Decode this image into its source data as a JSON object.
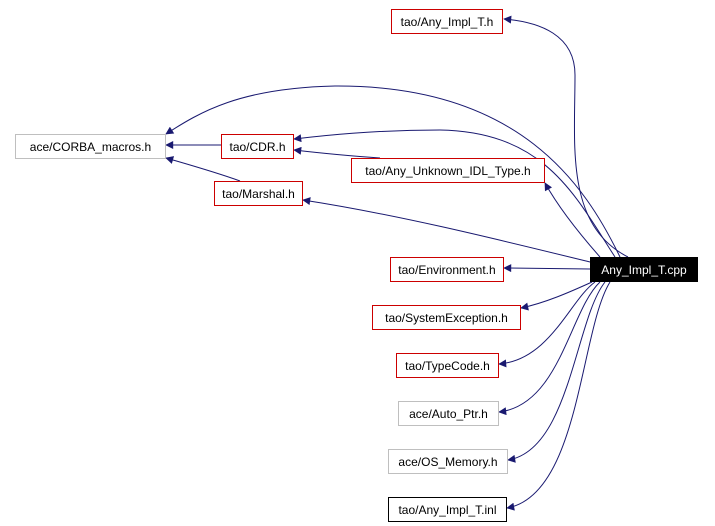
{
  "graph": {
    "root": "Any_Impl_T.cpp",
    "nodes": {
      "any_impl_t_h": "tao/Any_Impl_T.h",
      "corba_macros": "ace/CORBA_macros.h",
      "cdr": "tao/CDR.h",
      "unknown_idl": "tao/Any_Unknown_IDL_Type.h",
      "marshal": "tao/Marshal.h",
      "environment": "tao/Environment.h",
      "sysexception": "tao/SystemException.h",
      "typecode": "tao/TypeCode.h",
      "auto_ptr": "ace/Auto_Ptr.h",
      "os_memory": "ace/OS_Memory.h",
      "any_impl_t_inl": "tao/Any_Impl_T.inl"
    },
    "edges": [
      [
        "root",
        "any_impl_t_h"
      ],
      [
        "root",
        "corba_macros"
      ],
      [
        "root",
        "cdr"
      ],
      [
        "root",
        "unknown_idl"
      ],
      [
        "root",
        "marshal"
      ],
      [
        "root",
        "environment"
      ],
      [
        "root",
        "sysexception"
      ],
      [
        "root",
        "typecode"
      ],
      [
        "root",
        "auto_ptr"
      ],
      [
        "root",
        "os_memory"
      ],
      [
        "root",
        "any_impl_t_inl"
      ],
      [
        "cdr",
        "corba_macros"
      ],
      [
        "unknown_idl",
        "cdr"
      ],
      [
        "marshal",
        "corba_macros"
      ]
    ],
    "colors": {
      "edge": "#191970",
      "border_documented": "#cc0000",
      "border_undocumented": "#bfbfbf",
      "border_plain": "#000000",
      "root_fill": "#000000",
      "root_text": "#ffffff"
    }
  }
}
